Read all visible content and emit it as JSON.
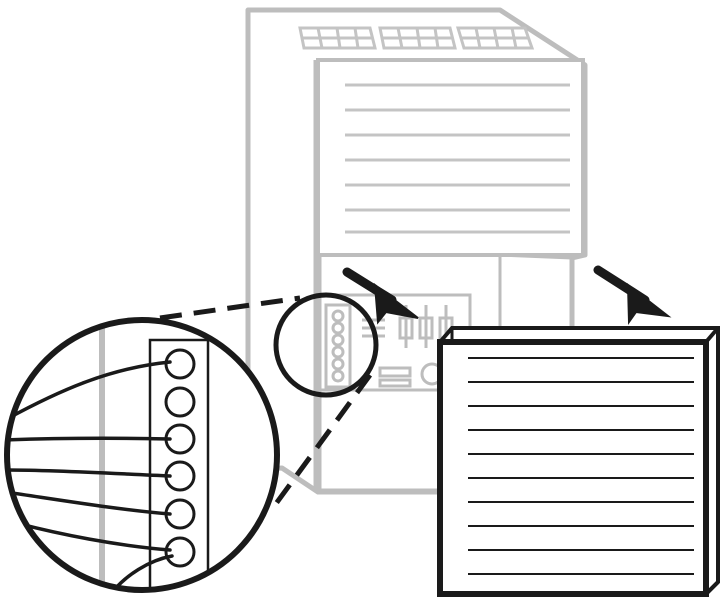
{
  "diagram": {
    "colors": {
      "device_gray": "#bdbdbd",
      "device_light": "#d9d9d9",
      "ink": "#1a1a1a",
      "background": "#ffffff"
    },
    "icons": [
      "thermostat-base",
      "terminal-block",
      "connector-panel",
      "arrow",
      "magnifier-callout"
    ],
    "terminals_in_zoom": 6,
    "wired_terminals": 5
  }
}
